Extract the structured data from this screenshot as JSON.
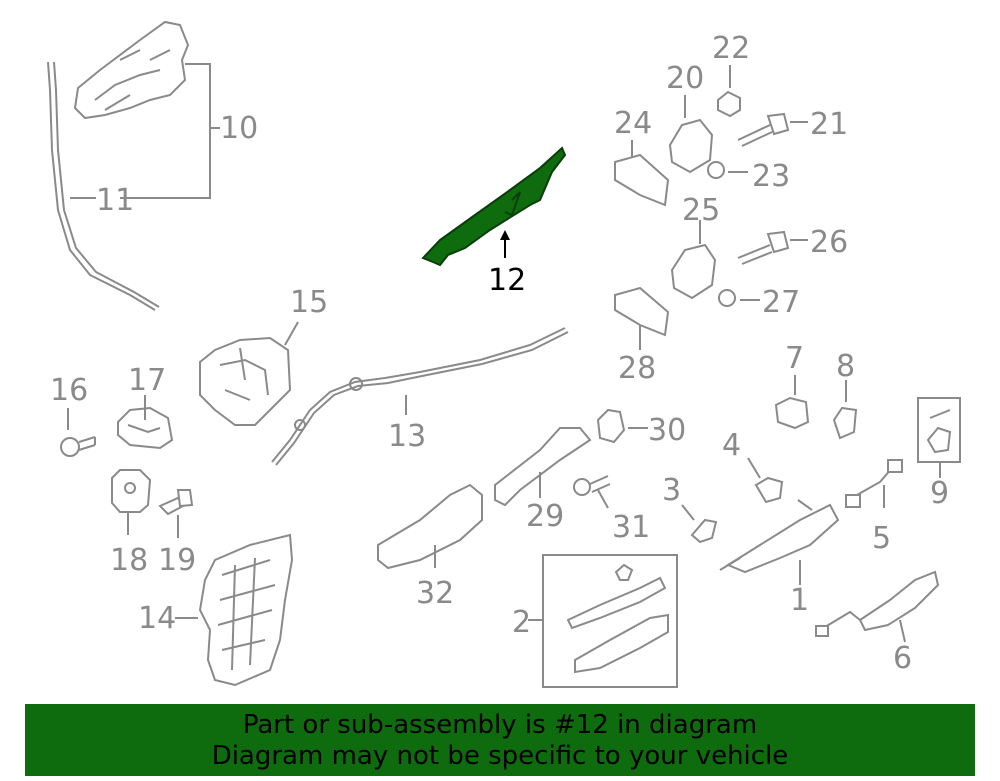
{
  "diagram": {
    "highlight_color": "#0e6b0e",
    "line_color": "#8a8a8a",
    "labels": {
      "l1": "1",
      "l2": "2",
      "l3": "3",
      "l4": "4",
      "l5": "5",
      "l6": "6",
      "l7": "7",
      "l8": "8",
      "l9": "9",
      "l10": "10",
      "l11": "11",
      "l12": "12",
      "l13": "13",
      "l14": "14",
      "l15": "15",
      "l16": "16",
      "l17": "17",
      "l18": "18",
      "l19": "19",
      "l20": "20",
      "l21": "21",
      "l22": "22",
      "l23": "23",
      "l24": "24",
      "l25": "25",
      "l26": "26",
      "l27": "27",
      "l28": "28",
      "l29": "29",
      "l30": "30",
      "l31": "31",
      "l32": "32"
    }
  },
  "banner": {
    "line1": "Part or sub-assembly is #12 in diagram",
    "line2": "Diagram may not be specific to your vehicle"
  }
}
